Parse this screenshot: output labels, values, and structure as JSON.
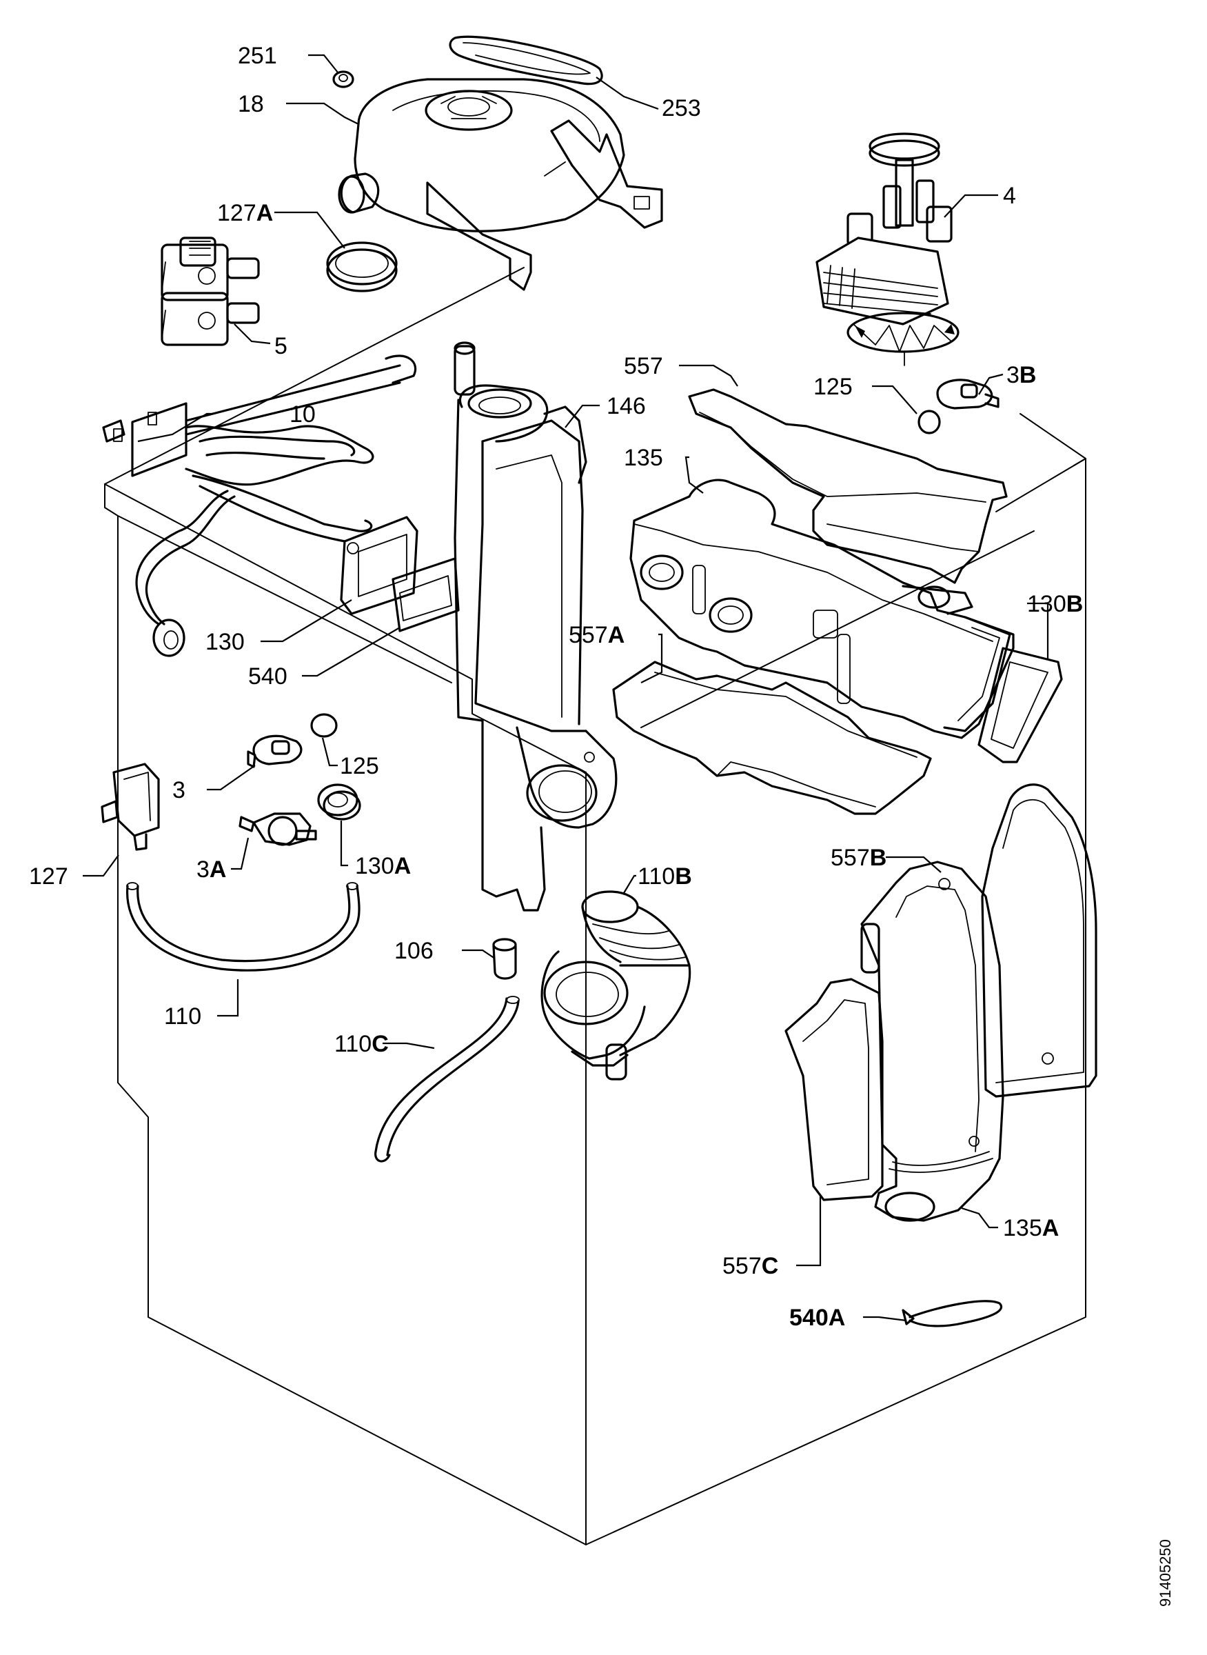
{
  "document_id": "91405250",
  "callouts": [
    {
      "name": "label-251",
      "number": "251",
      "suffix": ""
    },
    {
      "name": "label-18",
      "number": "18",
      "suffix": ""
    },
    {
      "name": "label-253",
      "number": "253",
      "suffix": ""
    },
    {
      "name": "label-127A",
      "number": "127",
      "suffix": "A"
    },
    {
      "name": "label-4",
      "number": "4",
      "suffix": ""
    },
    {
      "name": "label-5",
      "number": "5",
      "suffix": ""
    },
    {
      "name": "label-557",
      "number": "557",
      "suffix": ""
    },
    {
      "name": "label-3B",
      "number": "3",
      "suffix": "B"
    },
    {
      "name": "label-125-top",
      "number": "125",
      "suffix": ""
    },
    {
      "name": "label-10",
      "number": "10",
      "suffix": ""
    },
    {
      "name": "label-146",
      "number": "146",
      "suffix": ""
    },
    {
      "name": "label-135",
      "number": "135",
      "suffix": ""
    },
    {
      "name": "label-130B",
      "number": "130",
      "suffix": "B"
    },
    {
      "name": "label-557A",
      "number": "557",
      "suffix": "A"
    },
    {
      "name": "label-130",
      "number": "130",
      "suffix": ""
    },
    {
      "name": "label-540",
      "number": "540",
      "suffix": ""
    },
    {
      "name": "label-125",
      "number": "125",
      "suffix": ""
    },
    {
      "name": "label-3",
      "number": "3",
      "suffix": ""
    },
    {
      "name": "label-127",
      "number": "127",
      "suffix": ""
    },
    {
      "name": "label-3A",
      "number": "3",
      "suffix": "A"
    },
    {
      "name": "label-130A",
      "number": "130",
      "suffix": "A"
    },
    {
      "name": "label-557B",
      "number": "557",
      "suffix": "B"
    },
    {
      "name": "label-110B",
      "number": "110",
      "suffix": "B"
    },
    {
      "name": "label-106",
      "number": "106",
      "suffix": ""
    },
    {
      "name": "label-110",
      "number": "110",
      "suffix": ""
    },
    {
      "name": "label-110C",
      "number": "110",
      "suffix": "C"
    },
    {
      "name": "label-135A",
      "number": "135",
      "suffix": "A"
    },
    {
      "name": "label-557C",
      "number": "557",
      "suffix": "C"
    },
    {
      "name": "label-540A",
      "number": "540",
      "suffix": "A"
    }
  ]
}
